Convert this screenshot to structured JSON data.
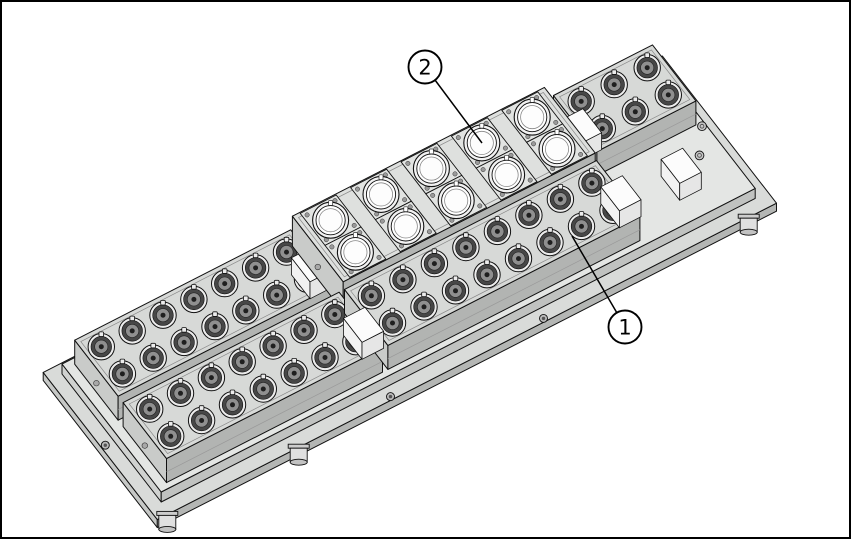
{
  "figure": {
    "kind": "isometric-technical-drawing",
    "callouts": [
      {
        "label": "1"
      },
      {
        "label": "2"
      }
    ]
  },
  "palette": {
    "background": "#ffffff",
    "outline": "#111111",
    "plate_top": "#e4e6e4",
    "plate_front": "#c0c2c0",
    "plate_left": "#d0d2d0",
    "baseplate_top": "#d9dbd9",
    "baseplate_front": "#b4b6b4",
    "baseplate_left": "#c6c8c6",
    "module_top": "#d7d9d7",
    "module_front": "#b2b4b2",
    "module_left": "#c9cbc9",
    "holes_module_top": "#dee0de",
    "flange": "#e2e4e2",
    "socket_rim": "#f2f2f2",
    "conn_outer": "#ececec",
    "conn_ring": "#474747",
    "conn_inner": "#8f8f8f",
    "conn_center": "#1f1f1f",
    "clip": "#fcfcfc",
    "foot": "#e0e0e0"
  }
}
